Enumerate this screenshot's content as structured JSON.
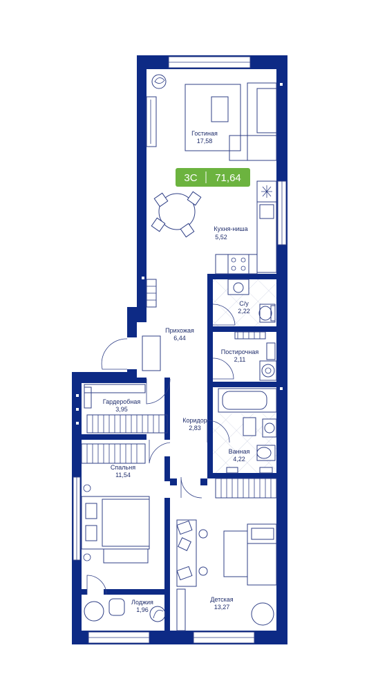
{
  "badge": {
    "type": "3С",
    "area": "71,64",
    "color": "#6cb33f"
  },
  "colors": {
    "wall": "#0d2a85",
    "furniture": "#2f3f86",
    "text": "#1f2d6b"
  },
  "rooms": {
    "living": {
      "name": "Гостиная",
      "area": "17,58"
    },
    "kitchen": {
      "name": "Кухня-ниша",
      "area": "5,52"
    },
    "hall": {
      "name": "Прихожая",
      "area": "6,44"
    },
    "wc": {
      "name": "С/у",
      "area": "2,22"
    },
    "laundry": {
      "name": "Постирочная",
      "area": "2,11"
    },
    "wardrobe": {
      "name": "Гардеробная",
      "area": "3,95"
    },
    "corridor": {
      "name": "Коридор",
      "area": "2,83"
    },
    "bathroom": {
      "name": "Ванная",
      "area": "4,22"
    },
    "bedroom": {
      "name": "Спальня",
      "area": "11,54"
    },
    "kids": {
      "name": "Детская",
      "area": "13,27"
    },
    "loggia": {
      "name": "Лоджия",
      "area": "1,96"
    }
  }
}
